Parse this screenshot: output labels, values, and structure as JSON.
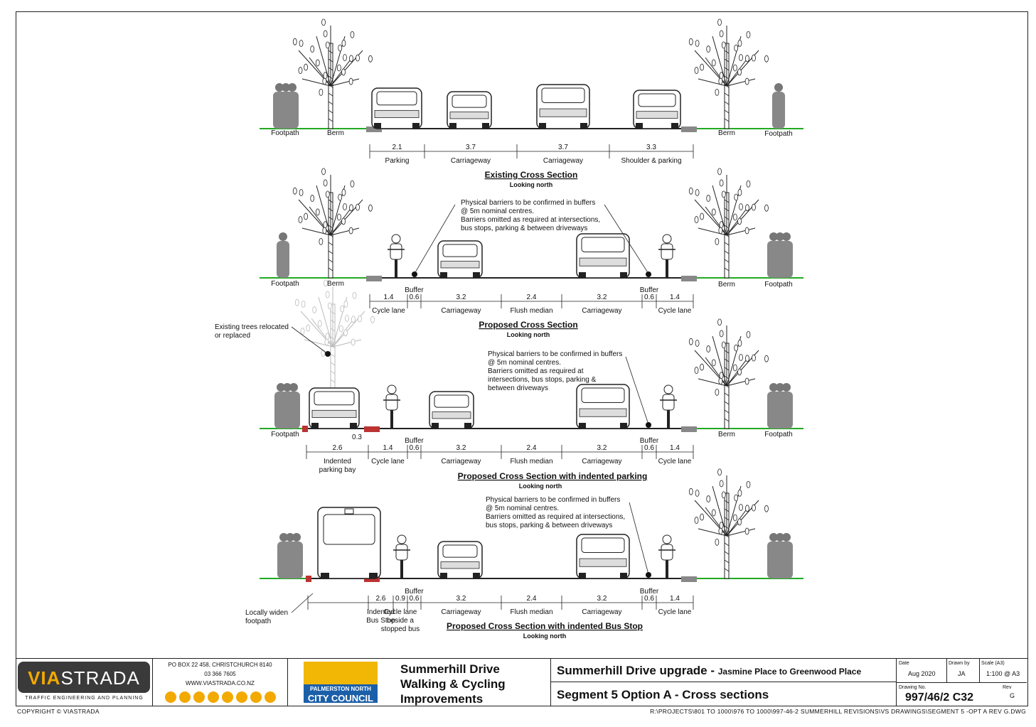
{
  "sections": [
    {
      "title": "Existing Cross Section",
      "subtitle": "Looking north",
      "labels": [
        "Footpath",
        "Berm",
        "Berm",
        "Footpath"
      ],
      "dims": [
        {
          "v": "2.1",
          "l": "Parking"
        },
        {
          "v": "3.7",
          "l": "Carriageway"
        },
        {
          "v": "3.7",
          "l": "Carriageway"
        },
        {
          "v": "3.3",
          "l": "Shoulder & parking"
        }
      ]
    },
    {
      "title": "Proposed Cross Section",
      "subtitle": "Looking north",
      "labels": [
        "Footpath",
        "Berm",
        "Berm",
        "Footpath"
      ],
      "note": [
        "Physical barriers to be confirmed in buffers",
        "@ 5m nominal centres.",
        "Barriers omitted as required at intersections,",
        "bus stops, parking & between driveways"
      ],
      "dims": [
        {
          "v": "1.4",
          "l": "Cycle lane"
        },
        {
          "v": "0.6",
          "l": "Buffer"
        },
        {
          "v": "3.2",
          "l": "Carriageway"
        },
        {
          "v": "2.4",
          "l": "Flush median"
        },
        {
          "v": "3.2",
          "l": "Carriageway"
        },
        {
          "v": "0.6",
          "l": "Buffer"
        },
        {
          "v": "1.4",
          "l": "Cycle lane"
        }
      ]
    },
    {
      "title": "Proposed Cross Section with indented parking",
      "subtitle": "Looking north",
      "labels": [
        "Footpath",
        "Berm",
        "Footpath"
      ],
      "tree_note": [
        "Existing trees relocated",
        "or replaced"
      ],
      "note": [
        "Physical barriers to be confirmed in buffers",
        "@ 5m nominal centres.",
        "Barriers omitted as required at",
        "intersections, bus stops, parking &",
        "between driveways"
      ],
      "extra": "0.3",
      "dims": [
        {
          "v": "2.6",
          "l": "Indented",
          "l2": "parking bay"
        },
        {
          "v": "1.4",
          "l": "Cycle lane"
        },
        {
          "v": "0.6",
          "l": "Buffer"
        },
        {
          "v": "3.2",
          "l": "Carriageway"
        },
        {
          "v": "2.4",
          "l": "Flush median"
        },
        {
          "v": "3.2",
          "l": "Carriageway"
        },
        {
          "v": "0.6",
          "l": "Buffer"
        },
        {
          "v": "1.4",
          "l": "Cycle lane"
        }
      ]
    },
    {
      "title": "Proposed Cross Section with indented Bus Stop",
      "subtitle": "Looking north",
      "widen_note": [
        "Locally widen",
        "footpath"
      ],
      "note": [
        "Physical barriers to be confirmed in buffers",
        "@ 5m nominal centres.",
        "Barriers omitted as required at intersections,",
        "bus stops, parking & between driveways"
      ],
      "dims": [
        {
          "v": "2.6",
          "l": "Indented",
          "l2": "Bus Stop"
        },
        {
          "v": "0.9",
          "l": "Cycle lane",
          "l2": "beside a",
          "l3": "stopped bus"
        },
        {
          "v": "0.6",
          "l": "Buffer"
        },
        {
          "v": "3.2",
          "l": "Carriageway"
        },
        {
          "v": "2.4",
          "l": "Flush median"
        },
        {
          "v": "3.2",
          "l": "Carriageway"
        },
        {
          "v": "0.6",
          "l": "Buffer"
        },
        {
          "v": "1.4",
          "l": "Cycle lane"
        }
      ]
    }
  ],
  "titleblock": {
    "logo_a": "VIA",
    "logo_b": "STRADA",
    "logo_sub": "TRAFFIC ENGINEERING AND PLANNING",
    "address": "PO BOX 22 458, CHRISTCHURCH 8140",
    "phone": "03 366 7605",
    "web": "WWW.VIASTRADA.CO.NZ",
    "council_1": "PALMERSTON NORTH",
    "council_2": "CITY COUNCIL",
    "project_1": "Summerhill Drive",
    "project_2": "Walking & Cycling",
    "project_3": "Improvements",
    "title_main": "Summerhill Drive upgrade",
    "title_dash": " - ",
    "title_sub": "Jasmine Place to Greenwood Place",
    "sheet_title": "Segment 5 Option A - Cross sections",
    "date_label": "Date",
    "date": "Aug 2020",
    "drawn_label": "Drawn by",
    "drawn": "JA",
    "scale_label": "Scale (A3)",
    "scale": "1:100 @ A3",
    "drawing_label": "Drawing No.",
    "drawing": "997/46/2  C32",
    "rev_label": "Rev",
    "rev": "G"
  },
  "footer": {
    "copyright": "COPYRIGHT © VIASTRADA",
    "path": "R:\\PROJECTS\\801 TO 1000\\976 TO 1000\\997-46-2 SUMMERHILL REVISIONS\\VS DRAWINGS\\SEGMENT 5 -OPT A REV G.DWG"
  }
}
